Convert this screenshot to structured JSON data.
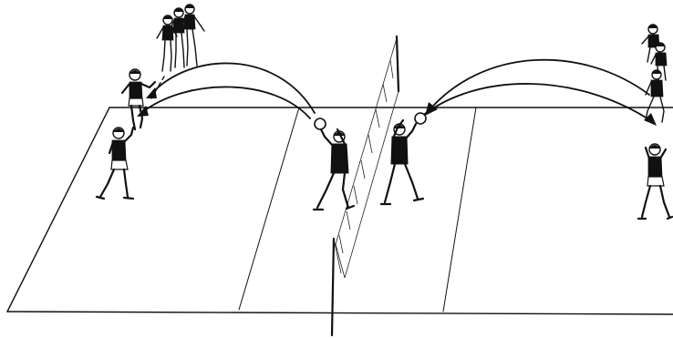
{
  "figure": {
    "description_type": "volleyball passing drill illustration",
    "colors": {
      "ink": "#111111",
      "paper": "#ffffff"
    },
    "icons": [
      "court",
      "net",
      "player",
      "ball",
      "trajectory-arrow"
    ]
  }
}
